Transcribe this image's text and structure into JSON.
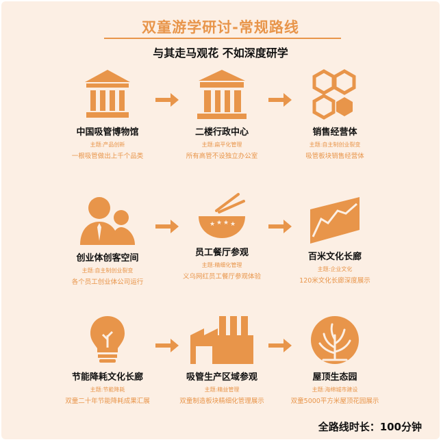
{
  "header": {
    "title": "双童游学研讨-常规路线",
    "subtitle": "与其走马观花 不如深度研学"
  },
  "colors": {
    "accent": "#e8954a",
    "background": "#fcefe4"
  },
  "stops": [
    {
      "name": "中国吸管博物馆",
      "theme": "主题:产品创新",
      "desc": "一根吸管做出上千个品类",
      "icon": "museum-icon"
    },
    {
      "name": "二楼行政中心",
      "theme": "主题:扁平化管理",
      "desc": "所有高管不设独立办公室",
      "icon": "building-icon"
    },
    {
      "name": "销售经营体",
      "theme": "主题:自主制创业裂变",
      "desc": "吸管板块销售经营体",
      "icon": "hexagon-icon"
    },
    {
      "name": "创业体创客空间",
      "theme": "主题:自主制创业裂变",
      "desc": "各个员工创业体公司运行",
      "icon": "people-icon"
    },
    {
      "name": "员工餐厅参观",
      "theme": "主题:精细化管理",
      "desc": "义乌网红员工餐厅参观体验",
      "icon": "bowl-icon"
    },
    {
      "name": "百米文化长廊",
      "theme": "主题:企业文化",
      "desc": "120米文化长廊深度展示",
      "icon": "chart-board-icon"
    },
    {
      "name": "节能降耗文化长廊",
      "theme": "主题:节能降耗",
      "desc": "双童二十年节能降耗成果汇展",
      "icon": "bulb-icon"
    },
    {
      "name": "吸管生产区域参观",
      "theme": "主题:精益管理",
      "desc": "双童制造板块精细化管理展示",
      "icon": "factory-icon"
    },
    {
      "name": "屋顶生态园",
      "theme": "主题:海绵城市建设",
      "desc": "双童5000平方米屋顶花园展示",
      "icon": "tree-icon"
    }
  ],
  "footer": {
    "duration": "全路线时长：100分钟"
  }
}
